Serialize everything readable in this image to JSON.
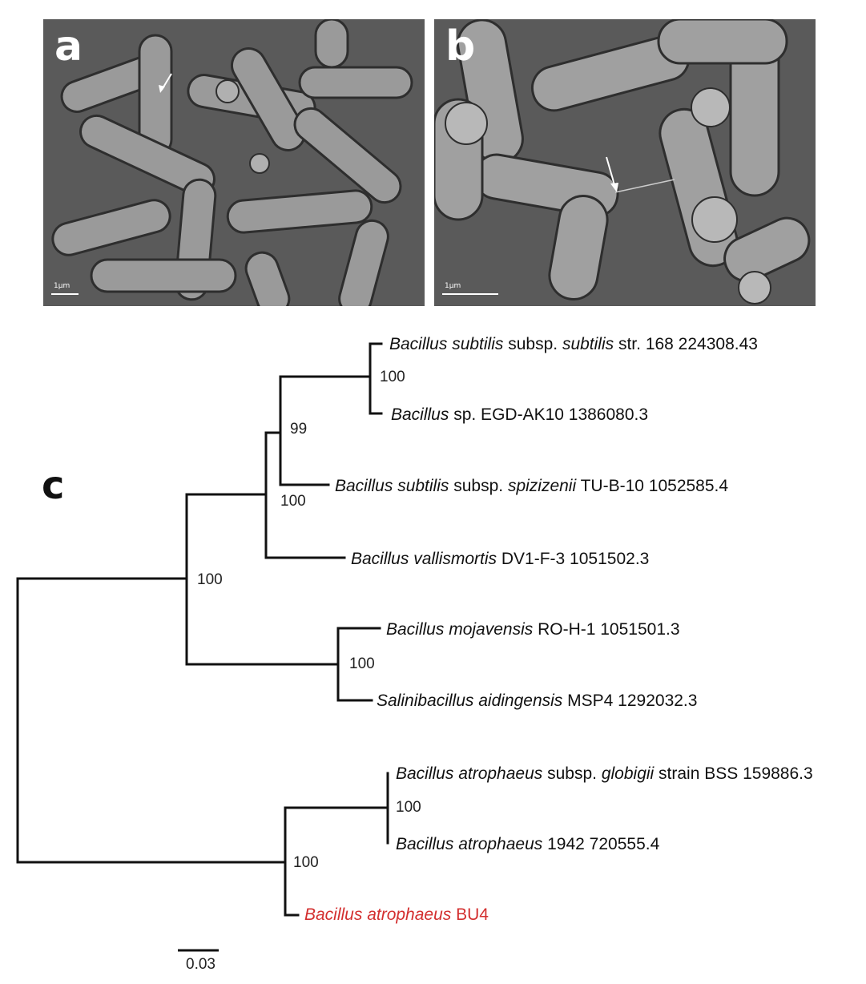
{
  "panels": {
    "a": {
      "label": "a",
      "scale_label": "1μm"
    },
    "b": {
      "label": "b",
      "scale_label": "1μm"
    }
  },
  "tree": {
    "label": "c",
    "scale_label": "0.03",
    "taxa": [
      {
        "id": "t1",
        "parts": [
          [
            "Bacillus subtilis",
            true
          ],
          [
            " subsp. ",
            false
          ],
          [
            "subtilis",
            true
          ],
          [
            " str. 168 224308.43",
            false
          ]
        ],
        "highlight": false
      },
      {
        "id": "t2",
        "parts": [
          [
            "Bacillus",
            true
          ],
          [
            " sp. EGD-AK10 1386080.3",
            false
          ]
        ],
        "highlight": false
      },
      {
        "id": "t3",
        "parts": [
          [
            "Bacillus subtilis",
            true
          ],
          [
            " subsp. ",
            false
          ],
          [
            "spizizenii",
            true
          ],
          [
            " TU-B-10 1052585.4",
            false
          ]
        ],
        "highlight": false
      },
      {
        "id": "t4",
        "parts": [
          [
            "Bacillus vallismortis",
            true
          ],
          [
            " DV1-F-3 1051502.3",
            false
          ]
        ],
        "highlight": false
      },
      {
        "id": "t5",
        "parts": [
          [
            "Bacillus mojavensis",
            true
          ],
          [
            " RO-H-1 1051501.3",
            false
          ]
        ],
        "highlight": false
      },
      {
        "id": "t6",
        "parts": [
          [
            "Salinibacillus aidingensis",
            true
          ],
          [
            " MSP4 1292032.3",
            false
          ]
        ],
        "highlight": false
      },
      {
        "id": "t7",
        "parts": [
          [
            "Bacillus atrophaeus",
            true
          ],
          [
            " subsp. ",
            false
          ],
          [
            "globigii",
            true
          ],
          [
            " strain BSS 159886.3",
            false
          ]
        ],
        "highlight": false
      },
      {
        "id": "t8",
        "parts": [
          [
            "Bacillus atrophaeus",
            true
          ],
          [
            " 1942 720555.4",
            false
          ]
        ],
        "highlight": false
      },
      {
        "id": "t9",
        "parts": [
          [
            "Bacillus atrophaeus",
            true
          ],
          [
            " BU4",
            false
          ]
        ],
        "highlight": true
      }
    ],
    "bootstrap": [
      {
        "id": "n12",
        "value": "100"
      },
      {
        "id": "n123",
        "value": "99"
      },
      {
        "id": "n1234",
        "value": "100"
      },
      {
        "id": "n_top",
        "value": "100"
      },
      {
        "id": "n56",
        "value": "100"
      },
      {
        "id": "n78",
        "value": "100"
      },
      {
        "id": "n789",
        "value": "100"
      }
    ]
  }
}
